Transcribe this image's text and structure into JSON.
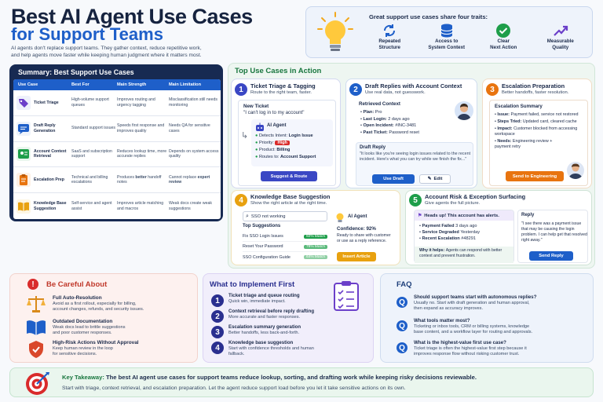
{
  "header": {
    "title_line1": "Best AI Agent Use Cases",
    "title_line2": "for Support Teams",
    "intro_line1": "AI agents don't replace support teams. They gather context, reduce repetitive work,",
    "intro_line2": "and help agents move faster while keeping human judgment where it matters most."
  },
  "traits": {
    "heading": "Great support use cases share four traits:",
    "items": [
      {
        "line1": "Repeated",
        "line2": "Structure",
        "icon": "refresh-icon",
        "color": "#1e5fc9"
      },
      {
        "line1": "Access to",
        "line2": "System Context",
        "icon": "database-icon",
        "color": "#1e5fc9"
      },
      {
        "line1": "Clear",
        "line2": "Next Action",
        "icon": "check-circle-icon",
        "color": "#1e9e4a"
      },
      {
        "line1": "Measurable",
        "line2": "Quality",
        "icon": "trend-up-icon",
        "color": "#6b3fc9"
      }
    ]
  },
  "summary": {
    "heading": "Summary: Best Support Use Cases",
    "columns": [
      "Use Case",
      "Best For",
      "Main Strength",
      "Main Limitation"
    ],
    "rows": [
      {
        "name": "Ticket Triage",
        "best_for": "High-volume support queues",
        "strength": "Improves routing and urgency tagging",
        "limitation": "Misclassification still needs monitoring"
      },
      {
        "name": "Draft Reply Generation",
        "best_for": "Standard support issues",
        "strength": "Speeds first response and improves quality",
        "limitation": "Needs QA for sensitive cases"
      },
      {
        "name": "Account Context Retrieval",
        "best_for": "SaaS and subscription support",
        "strength": "Reduces lookup time, more accurate replies",
        "limitation": "Depends on system access quality"
      },
      {
        "name": "Escalation Prep",
        "best_for": "Technical and billing escalations",
        "strength": "Produces better handoff notes",
        "limitation": "Cannot replace expert review"
      },
      {
        "name": "Knowledge Base Suggestion",
        "best_for": "Self-service and agent assist",
        "strength": "Improves article matching and macros",
        "limitation": "Weak docs create weak suggestions"
      }
    ]
  },
  "top": {
    "heading": "Top Use Cases in Action",
    "triage": {
      "num": "1",
      "title": "Ticket Triage & Tagging",
      "sub": "Route to the right team, faster.",
      "ticket_label": "New Ticket",
      "ticket_text": "\"I can't log in to my account\"",
      "agent_label": "AI Agent",
      "checks": [
        {
          "k": "Detects Intent: ",
          "v": "Login Issue"
        },
        {
          "k": "Priority: ",
          "v": "High"
        },
        {
          "k": "Product: ",
          "v": "Billing"
        },
        {
          "k": "Routes to: ",
          "v": "Account Support"
        }
      ],
      "button": "Suggest & Route"
    },
    "draft": {
      "num": "2",
      "title": "Draft Replies with Account Context",
      "sub": "Use real data, not guesswork.",
      "ctx_label": "Retrieved Context",
      "ctx": [
        {
          "k": "Plan: ",
          "v": "Pro"
        },
        {
          "k": "Last Login: ",
          "v": "2 days ago"
        },
        {
          "k": "Open Incident: ",
          "v": "#INC-3481"
        },
        {
          "k": "Past Ticket: ",
          "v": "Password reset"
        }
      ],
      "reply_label": "Draft Reply",
      "reply_text": "\"It looks like you're seeing login issues related to the recent incident. Here's what you can try while we finish the fix...\"",
      "use_button": "Use Draft",
      "edit_button": "Edit"
    },
    "escalation": {
      "num": "3",
      "title": "Escalation Preparation",
      "sub": "Better handoffs, faster resolution.",
      "summary_label": "Escalation Summary",
      "items": [
        {
          "k": "Issue: ",
          "v": "Payment failed, service not restored"
        },
        {
          "k": "Steps Tried: ",
          "v": "Updated card, cleared cache"
        },
        {
          "k": "Impact: ",
          "v": "Customer blocked from accessing workspace"
        },
        {
          "k": "Needs: ",
          "v": "Engineering review + payment retry"
        }
      ],
      "button": "Send to Engineering"
    },
    "kb": {
      "num": "4",
      "title": "Knowledge Base Suggestion",
      "sub": "Show the right article at the right time.",
      "search_value": "SSO not working",
      "sugg_label": "Top Suggestions",
      "suggestions": [
        {
          "title": "Fix SSO Login Issues",
          "match": "92% Match"
        },
        {
          "title": "Reset Your Password",
          "match": "78% Match"
        },
        {
          "title": "SSO Configuration Guide",
          "match": "64% Match"
        }
      ],
      "agent_label": "AI Agent",
      "confidence": "Confidence: 92%",
      "agent_text": "Ready to share with customer or use as a reply reference.",
      "button": "Insert Article"
    },
    "risk": {
      "num": "5",
      "title": "Account Risk & Exception Surfacing",
      "sub": "Give agents the full picture.",
      "alert": "Heads up! This account has alerts.",
      "items": [
        {
          "k": "Payment Failed ",
          "v": "3 days ago"
        },
        {
          "k": "Service Degraded ",
          "v": "Yesterday"
        },
        {
          "k": "Recent Escalation ",
          "v": "#48291"
        }
      ],
      "why_k": "Why it helps: ",
      "why_v": "Agents can respond with better context and prevent frustration.",
      "reply_label": "Reply",
      "reply_text": "\"I see there was a payment issue that may be causing the login problem. I can help get that resolved right away.\"",
      "button": "Send Reply"
    }
  },
  "careful": {
    "heading": "Be Careful About",
    "items": [
      {
        "title": "Full Auto-Resolution",
        "l1": "Avoid as a first rollout, especially for billing,",
        "l2": "account changes, refunds, and security issues.",
        "icon": "scale-icon"
      },
      {
        "title": "Outdated Documentation",
        "l1": "Weak docs lead to brittle suggestions",
        "l2": "and poor customer responses.",
        "icon": "book-icon"
      },
      {
        "title": "High-Risk Actions Without Approval",
        "l1": "Keep human review in the loop",
        "l2": "for sensitive decisions.",
        "icon": "shield-icon"
      }
    ]
  },
  "implement": {
    "heading": "What to Implement First",
    "steps": [
      {
        "n": "1",
        "title": "Ticket triage and queue routing",
        "desc": "Quick win, immediate impact."
      },
      {
        "n": "2",
        "title": "Context retrieval before reply drafting",
        "desc": "More accurate and faster responses."
      },
      {
        "n": "3",
        "title": "Escalation summary generation",
        "desc": "Better handoffs, less back-and-forth."
      },
      {
        "n": "4",
        "title": "Knowledge base suggestion",
        "desc": "Start with confidence thresholds and human fallback."
      }
    ]
  },
  "faq": {
    "heading": "FAQ",
    "items": [
      {
        "q": "Should support teams start with autonomous replies?",
        "a1": "Usually no. Start with draft generation and human approval,",
        "a2": "then expand as accuracy improves."
      },
      {
        "q": "What tools matter most?",
        "a1": "Ticketing or inbox tools, CRM or billing systems, knowledge",
        "a2": "base content, and a workflow layer for routing and approvals."
      },
      {
        "q": "What is the highest-value first use case?",
        "a1": "Ticket triage is often the highest-value first step because it",
        "a2": "improves response flow without risking customer trust."
      }
    ]
  },
  "takeaway": {
    "label": "Key Takeaway:",
    "bold": "The best AI agent use cases for support teams reduce lookup, sorting, and drafting work while keeping risky decisions reviewable.",
    "line2": "Start with triage, context retrieval, and escalation preparation. Let the agent reduce support load before you let it take sensitive actions on its own."
  }
}
